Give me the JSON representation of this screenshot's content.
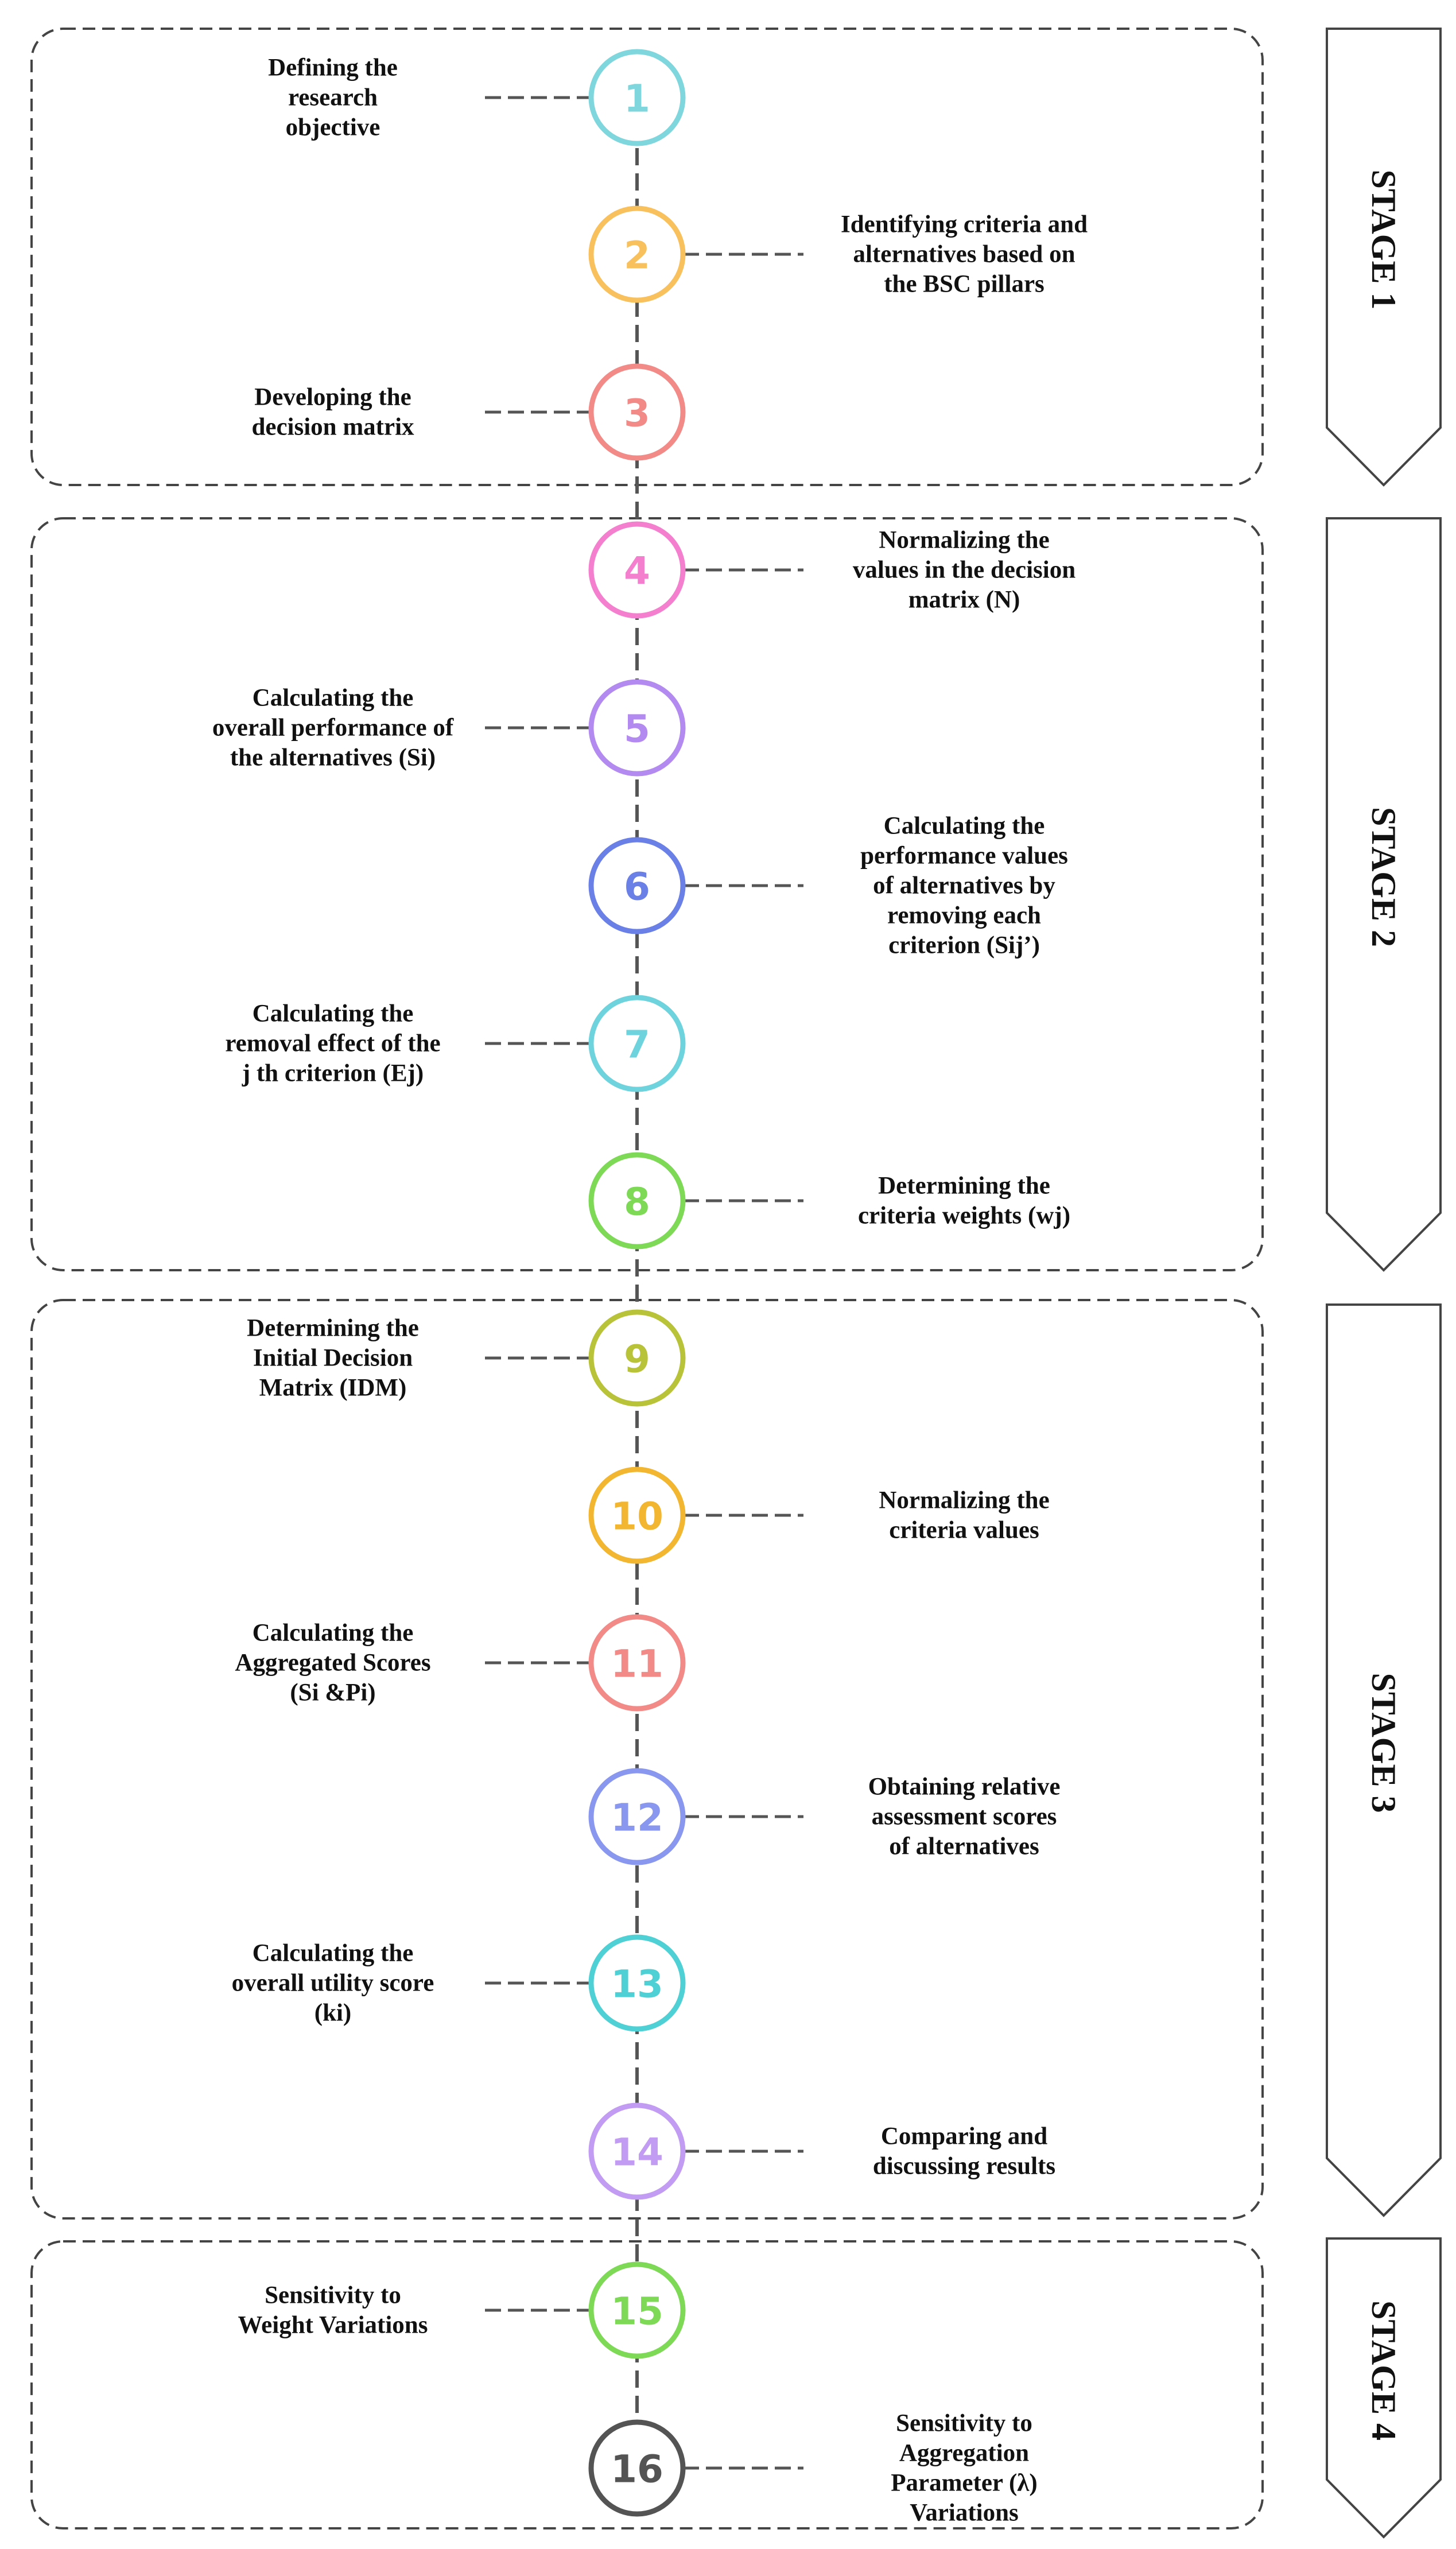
{
  "stages": [
    {
      "id": "stage-1",
      "label": "STAGE 1",
      "steps": [
        1,
        2,
        3
      ]
    },
    {
      "id": "stage-2",
      "label": "STAGE 2",
      "steps": [
        4,
        5,
        6,
        7,
        8
      ]
    },
    {
      "id": "stage-3",
      "label": "STAGE 3",
      "steps": [
        9,
        10,
        11,
        12,
        13,
        14
      ]
    },
    {
      "id": "stage-4",
      "label": "STAGE 4",
      "steps": [
        15,
        16
      ]
    }
  ],
  "steps": [
    {
      "n": "1",
      "side": "left",
      "color": "#7fd6dc",
      "lines": [
        "Defining the",
        "research",
        "objective"
      ]
    },
    {
      "n": "2",
      "side": "right",
      "color": "#f9c15e",
      "lines": [
        "Identifying criteria and",
        "alternatives based on",
        "the BSC pillars"
      ]
    },
    {
      "n": "3",
      "side": "left",
      "color": "#f28b88",
      "lines": [
        "Developing the",
        "decision matrix"
      ]
    },
    {
      "n": "4",
      "side": "right",
      "color": "#f47fce",
      "lines": [
        "Normalizing the",
        "values in the decision",
        "matrix (N)"
      ]
    },
    {
      "n": "5",
      "side": "left",
      "color": "#b38af0",
      "lines": [
        "Calculating the",
        "overall performance of",
        "the alternatives (Si)"
      ]
    },
    {
      "n": "6",
      "side": "right",
      "color": "#6a80e6",
      "lines": [
        "Calculating the",
        "performance values",
        "of alternatives by",
        "removing each",
        "criterion (Sij’)"
      ]
    },
    {
      "n": "7",
      "side": "left",
      "color": "#6fd3dd",
      "lines": [
        "Calculating the",
        "removal effect of the",
        "j th criterion (Ej)"
      ]
    },
    {
      "n": "8",
      "side": "right",
      "color": "#7ed957",
      "lines": [
        "Determining the",
        "criteria weights (wj)"
      ]
    },
    {
      "n": "9",
      "side": "left",
      "color": "#b9c33a",
      "lines": [
        "Determining the",
        "Initial Decision",
        "Matrix (IDM)"
      ]
    },
    {
      "n": "10",
      "side": "right",
      "color": "#f2b630",
      "lines": [
        "Normalizing the",
        "criteria values"
      ]
    },
    {
      "n": "11",
      "side": "left",
      "color": "#f28b88",
      "lines": [
        "Calculating the",
        "Aggregated Scores",
        "(Si &Pi)"
      ]
    },
    {
      "n": "12",
      "side": "right",
      "color": "#8a97ee",
      "lines": [
        "Obtaining relative",
        "assessment scores",
        "of alternatives"
      ]
    },
    {
      "n": "13",
      "side": "left",
      "color": "#4fd0d4",
      "lines": [
        "Calculating the",
        "overall utility score",
        "(ki)"
      ]
    },
    {
      "n": "14",
      "side": "right",
      "color": "#c29cf2",
      "lines": [
        "Comparing and",
        "discussing results"
      ]
    },
    {
      "n": "15",
      "side": "left",
      "color": "#7ed957",
      "lines": [
        "Sensitivity to",
        "Weight Variations"
      ]
    },
    {
      "n": "16",
      "side": "right",
      "color": "#545454",
      "lines": [
        "Sensitivity to",
        "Aggregation",
        "Parameter (λ)",
        "Variations"
      ]
    }
  ],
  "colors": {
    "text": "#111111",
    "connector": "#555555",
    "border": "#444444"
  }
}
